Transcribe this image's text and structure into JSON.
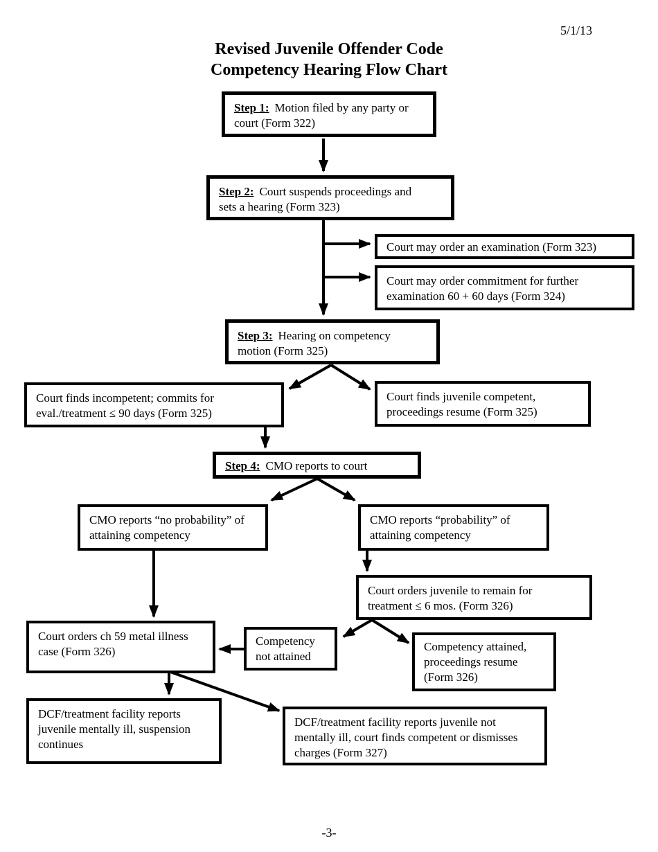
{
  "page": {
    "date": "5/1/13",
    "title_line1": "Revised Juvenile Offender Code",
    "title_line2": "Competency Hearing Flow Chart",
    "page_number": "-3-"
  },
  "nodes": {
    "step1": {
      "label": "Step 1:",
      "text": "Motion filed by any party or\ncourt (Form 322)"
    },
    "step2": {
      "label": "Step 2:",
      "text": "Court suspends proceedings and\nsets a hearing (Form 323)"
    },
    "exam": {
      "text": "Court may order an examination (Form 323)"
    },
    "commitment": {
      "text": "Court may order commitment for further\nexamination 60 + 60 days (Form 324)"
    },
    "step3": {
      "label": "Step 3:",
      "text": "Hearing on competency\nmotion (Form 325)"
    },
    "incompetent": {
      "text": "Court finds incompetent; commits for\neval./treatment ≤ 90 days (Form 325)"
    },
    "competent": {
      "text": "Court finds juvenile competent,\nproceedings resume (Form 325)"
    },
    "step4": {
      "label": "Step 4:",
      "text": "CMO reports to court"
    },
    "cmo_no": {
      "text": "CMO reports “no probability” of\nattaining competency"
    },
    "cmo_yes": {
      "text": "CMO reports “probability” of\nattaining competency"
    },
    "treatment": {
      "text": "Court orders juvenile to remain for\ntreatment ≤ 6 mos. (Form 326)"
    },
    "ch59": {
      "text": "Court orders ch 59 metal illness\ncase (Form 326)"
    },
    "not_attained": {
      "text": "Competency\nnot attained"
    },
    "attained": {
      "text": "Competency attained,\nproceedings resume\n(Form 326)"
    },
    "dcf_ill": {
      "text": "DCF/treatment facility reports\njuvenile mentally ill, suspension\ncontinues"
    },
    "dcf_not_ill": {
      "text": "DCF/treatment facility reports juvenile not\nmentally ill, court finds competent or dismisses\ncharges (Form 327)"
    }
  }
}
